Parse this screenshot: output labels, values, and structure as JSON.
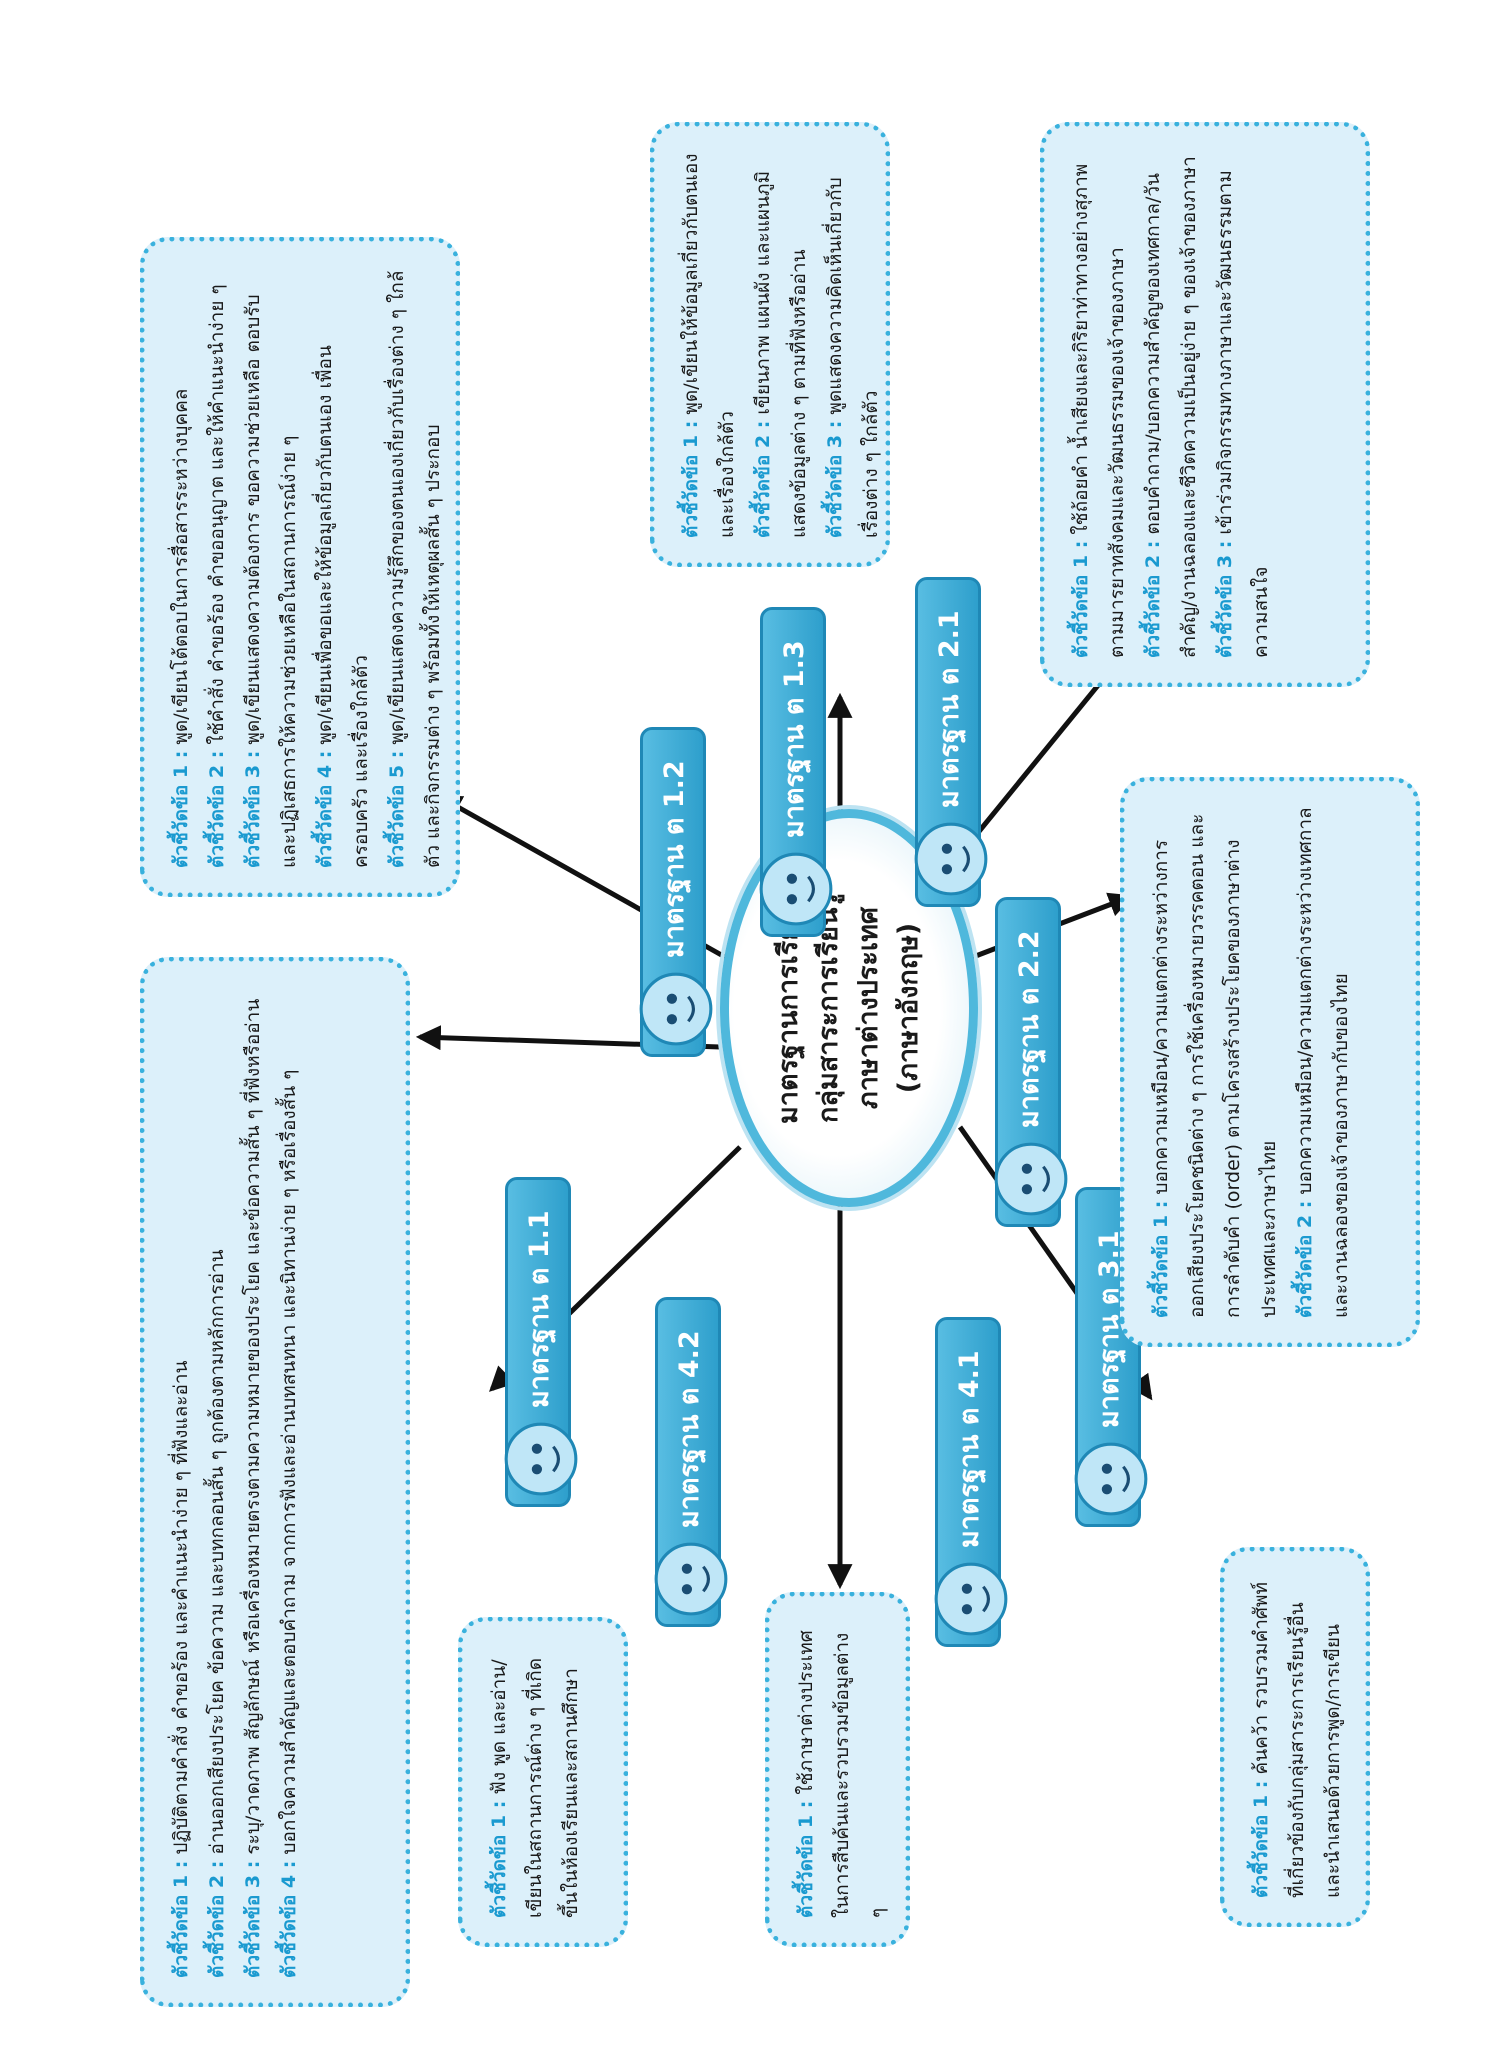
{
  "center": {
    "line1": "มาตรฐานการเรียนรู้",
    "line2": "กลุ่มสาระการเรียนรู้",
    "line3": "ภาษาต่างประเทศ",
    "line4": "(ภาษาอังกฤษ)"
  },
  "standards": {
    "s11": "มาตรฐาน ต 1.1",
    "s12": "มาตรฐาน ต 1.2",
    "s13": "มาตรฐาน ต 1.3",
    "s21": "มาตรฐาน ต 2.1",
    "s22": "มาตรฐาน ต 2.2",
    "s31": "มาตรฐาน ต 3.1",
    "s41": "มาตรฐาน ต 4.1",
    "s42": "มาตรฐาน ต 4.2"
  },
  "boxes": {
    "b11": [
      {
        "label": "ตัวชี้วัดข้อ 1 :",
        "text": "ปฏิบัติตามคำสั่ง คำขอร้อง และคำแนะนำง่าย ๆ ที่ฟังและอ่าน"
      },
      {
        "label": "ตัวชี้วัดข้อ 2 :",
        "text": "อ่านออกเสียงประโยค ข้อความ และบทกลอนสั้น ๆ ถูกต้องตามหลักการอ่าน"
      },
      {
        "label": "ตัวชี้วัดข้อ 3 :",
        "text": "ระบุ/วาดภาพ สัญลักษณ์ หรือเครื่องหมายตรงตามความหมายของประโยค และข้อความสั้น ๆ ที่ฟังหรืออ่าน"
      },
      {
        "label": "ตัวชี้วัดข้อ 4 :",
        "text": "บอกใจความสำคัญและตอบคำถาม จากการฟังและอ่านบทสนทนา และนิทานง่าย ๆ หรือเรื่องสั้น ๆ"
      }
    ],
    "b12": [
      {
        "label": "ตัวชี้วัดข้อ 1 :",
        "text": "พูด/เขียนโต้ตอบในการสื่อสารระหว่างบุคคล"
      },
      {
        "label": "ตัวชี้วัดข้อ 2 :",
        "text": "ใช้คำสั่ง คำขอร้อง คำขออนุญาต และให้คำแนะนำง่าย ๆ"
      },
      {
        "label": "ตัวชี้วัดข้อ 3 :",
        "text": "พูด/เขียนแสดงความต้องการ ขอความช่วยเหลือ ตอบรับและปฏิเสธการให้ความช่วยเหลือในสถานการณ์ง่าย ๆ"
      },
      {
        "label": "ตัวชี้วัดข้อ 4 :",
        "text": "พูด/เขียนเพื่อขอและให้ข้อมูลเกี่ยวกับตนเอง เพื่อน ครอบครัว และเรื่องใกล้ตัว"
      },
      {
        "label": "ตัวชี้วัดข้อ 5 :",
        "text": "พูด/เขียนแสดงความรู้สึกของตนเองเกี่ยวกับเรื่องต่าง ๆ ใกล้ตัว และกิจกรรมต่าง ๆ พร้อมทั้งให้เหตุผลสั้น ๆ ประกอบ"
      }
    ],
    "b13": [
      {
        "label": "ตัวชี้วัดข้อ 1 :",
        "text": "พูด/เขียนให้ข้อมูลเกี่ยวกับตนเองและเรื่องใกล้ตัว"
      },
      {
        "label": "ตัวชี้วัดข้อ 2 :",
        "text": "เขียนภาพ แผนผัง และแผนภูมิแสดงข้อมูลต่าง ๆ ตามที่ฟังหรืออ่าน"
      },
      {
        "label": "ตัวชี้วัดข้อ 3 :",
        "text": "พูดแสดงความคิดเห็นเกี่ยวกับเรื่องต่าง ๆ ใกล้ตัว"
      }
    ],
    "b21": [
      {
        "label": "ตัวชี้วัดข้อ 1 :",
        "text": "ใช้ถ้อยคำ น้ำเสียงและกิริยาท่าทางอย่างสุภาพตามมารยาทสังคมและวัฒนธรรมของเจ้าของภาษา"
      },
      {
        "label": "ตัวชี้วัดข้อ 2 :",
        "text": "ตอบคำถาม/บอกความสำคัญของเทศกาล/วันสำคัญ/งานฉลองและชีวิตความเป็นอยู่ง่าย ๆ ของเจ้าของภาษา"
      },
      {
        "label": "ตัวชี้วัดข้อ 3 :",
        "text": "เข้าร่วมกิจกรรมทางภาษาและวัฒนธรรมตามความสนใจ"
      }
    ],
    "b22": [
      {
        "label": "ตัวชี้วัดข้อ 1 :",
        "text": "บอกความเหมือน/ความแตกต่างระหว่างการออกเสียงประโยคชนิดต่าง ๆ การใช้เครื่องหมายวรรคตอน และการลำดับคำ (order) ตามโครงสร้างประโยคของภาษาต่างประเทศและภาษาไทย"
      },
      {
        "label": "ตัวชี้วัดข้อ 2 :",
        "text": "บอกความเหมือน/ความแตกต่างระหว่างเทศกาลและงานฉลองของเจ้าของภาษากับของไทย"
      }
    ],
    "b31": [
      {
        "label": "ตัวชี้วัดข้อ 1 :",
        "text": "ค้นคว้า รวบรวมคำศัพท์ที่เกี่ยวข้องกับกลุ่มสาระการเรียนรู้อื่น และนำเสนอด้วยการพูด/การเขียน"
      }
    ],
    "b41": [
      {
        "label": "ตัวชี้วัดข้อ 1 :",
        "text": "ใช้ภาษาต่างประเทศในการสืบค้นและรวบรวมข้อมูลต่าง ๆ"
      }
    ],
    "b42": [
      {
        "label": "ตัวชี้วัดข้อ 1 :",
        "text": "ฟัง พูด และอ่าน/เขียนในสถานการณ์ต่าง ๆ ที่เกิดขึ้นในห้องเรียนและสถานศึกษา"
      }
    ]
  }
}
